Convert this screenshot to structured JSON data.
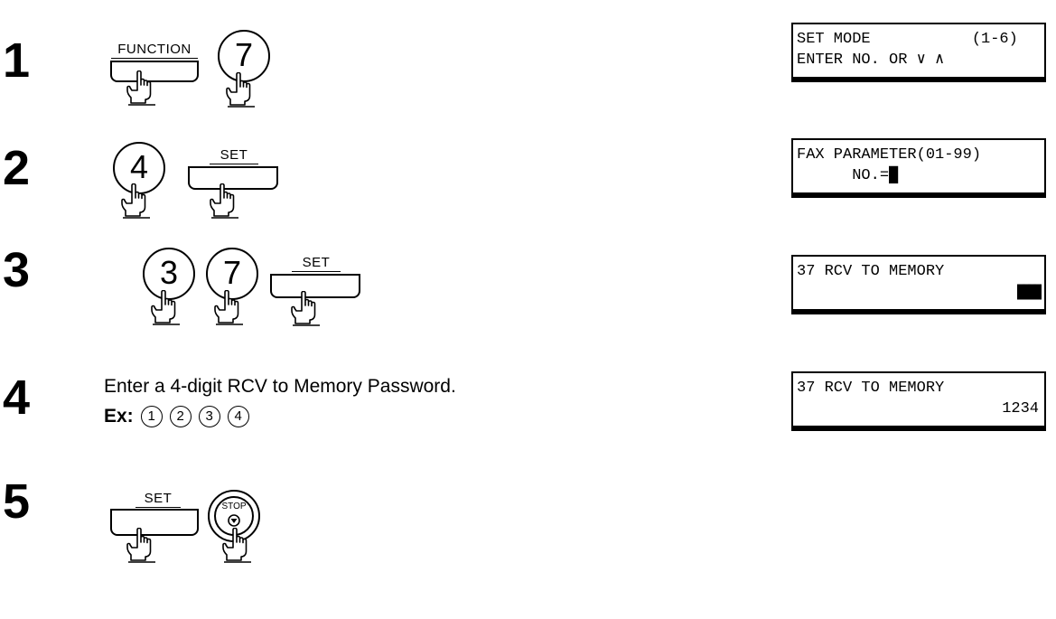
{
  "steps": [
    {
      "number": "1",
      "keys": [
        {
          "type": "rect",
          "label": "FUNCTION"
        },
        {
          "type": "circle",
          "label": "7"
        }
      ],
      "lcd": [
        "SET MODE           (1-6)",
        "ENTER NO. OR ∨ ∧"
      ]
    },
    {
      "number": "2",
      "keys": [
        {
          "type": "circle",
          "label": "4"
        },
        {
          "type": "rect",
          "label": "SET"
        }
      ],
      "lcd": [
        "FAX PARAMETER(01-99)",
        "      NO.=█"
      ]
    },
    {
      "number": "3",
      "keys": [
        {
          "type": "circle",
          "label": "3"
        },
        {
          "type": "circle",
          "label": "7"
        },
        {
          "type": "rect",
          "label": "SET"
        }
      ],
      "lcd": [
        "37 RCV TO MEMORY",
        "████"
      ]
    },
    {
      "number": "4",
      "instruction": "Enter a 4-digit RCV to Memory Password.",
      "example_label": "Ex:",
      "example_digits": [
        "1",
        "2",
        "3",
        "4"
      ],
      "lcd": [
        "37 RCV TO MEMORY",
        "1234"
      ]
    },
    {
      "number": "5",
      "keys": [
        {
          "type": "rect",
          "label": "SET"
        },
        {
          "type": "stop",
          "label": "STOP"
        }
      ]
    }
  ]
}
